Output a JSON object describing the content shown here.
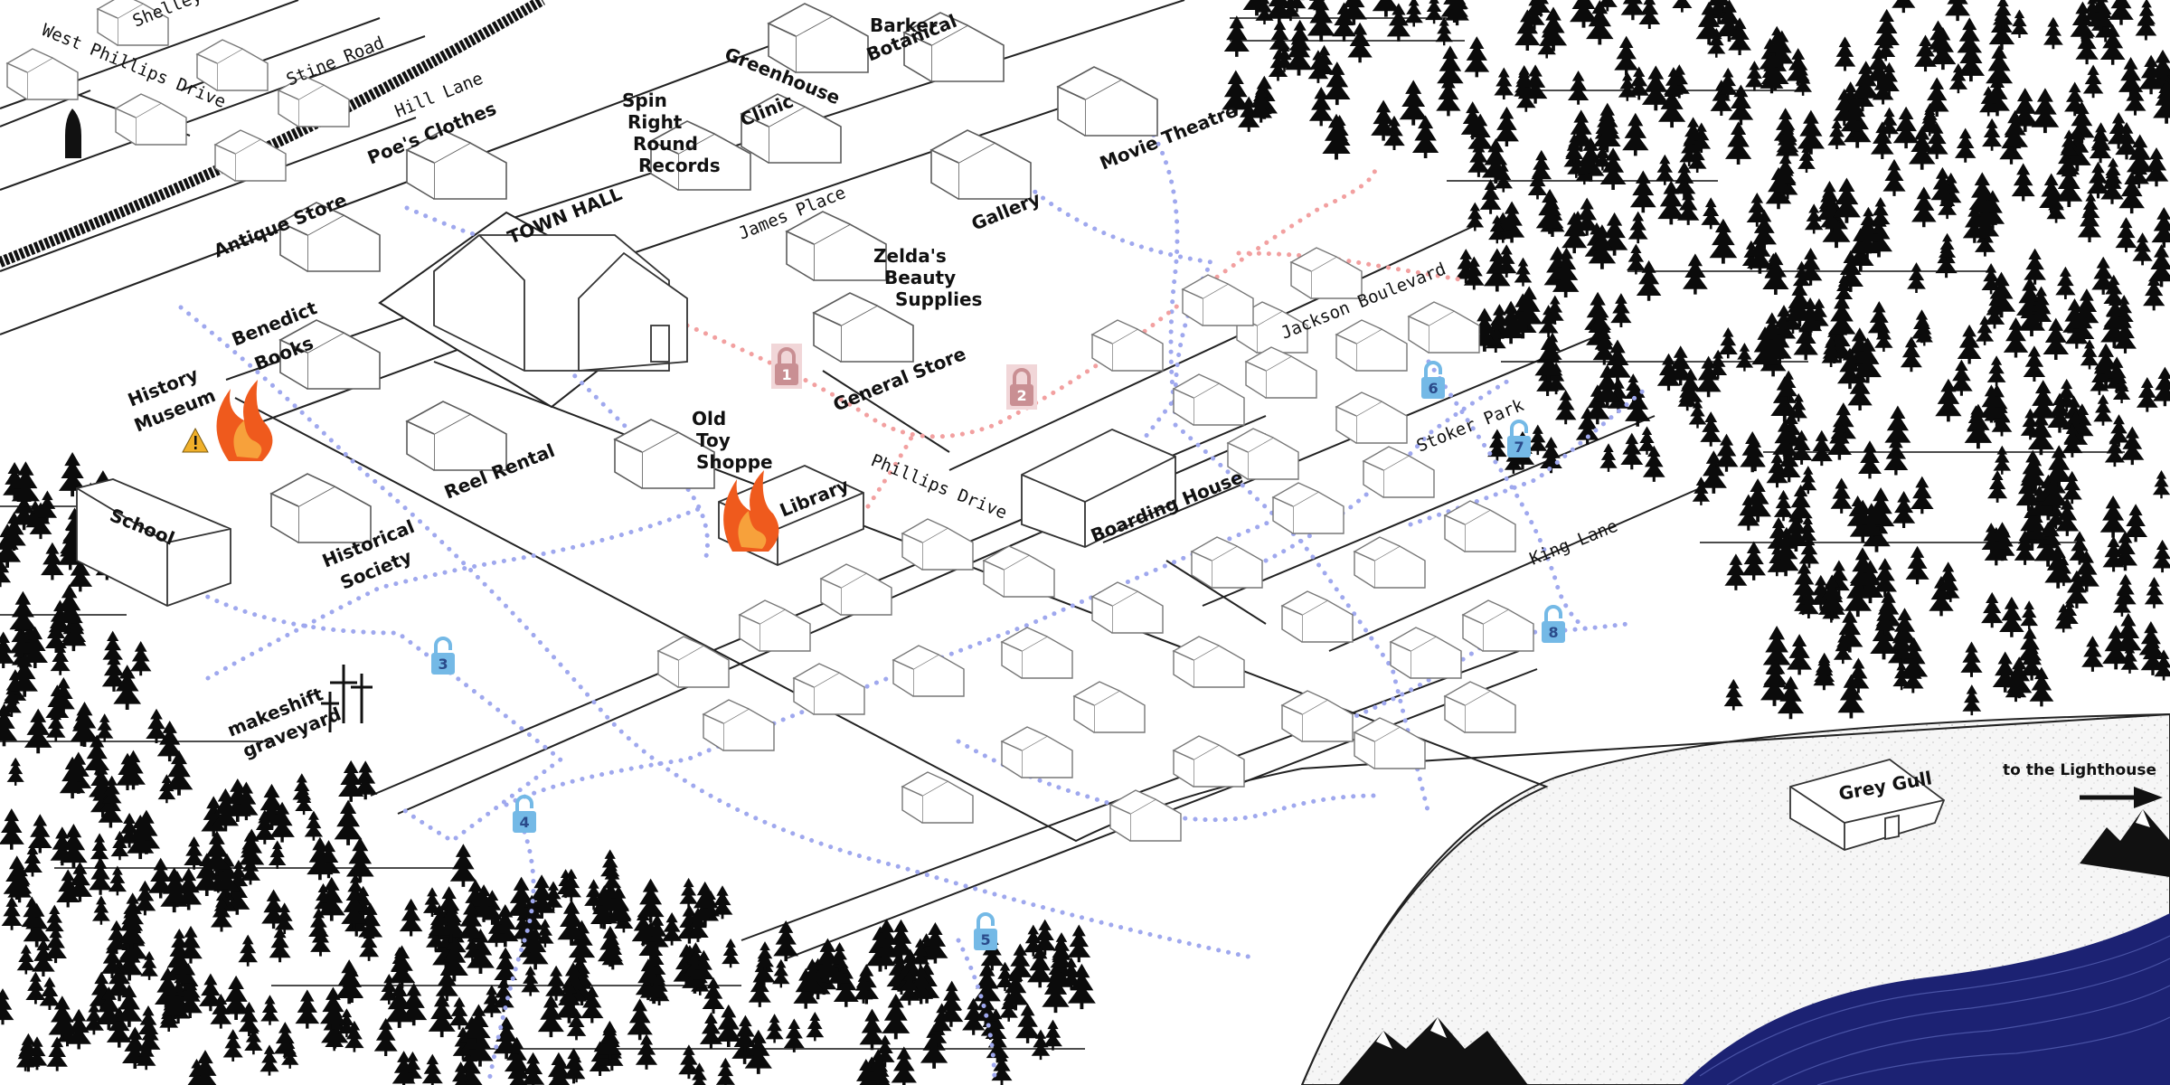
{
  "streets": {
    "west_phillips": "West Phillips Drive",
    "shelley": "Shelley Drive",
    "stine": "Stine Road",
    "hill": "Hill Lane",
    "james": "James Place",
    "phillips": "Phillips Drive",
    "jackson": "Jackson Boulevard",
    "stoker": "Stoker Park",
    "king": "King Lane"
  },
  "buildings": {
    "town_hall": "TOWN HALL",
    "poes": "Poe's Clothes",
    "antique": "Antique Store",
    "benedict": [
      "Benedict",
      "Books"
    ],
    "history": [
      "History",
      "Museum"
    ],
    "school": "School",
    "historical": [
      "Historical",
      "Society"
    ],
    "reel": "Reel Rental",
    "old_toy": [
      "Old",
      "Toy",
      "Shoppe"
    ],
    "library": "Library",
    "spin": [
      "Spin",
      "Right",
      "Round",
      "Records"
    ],
    "greenhouse": "Greenhouse",
    "clinic": "Clinic",
    "barker": [
      "Barker",
      "Botanical"
    ],
    "zeldas": [
      "Zelda's",
      "Beauty",
      "Supplies"
    ],
    "general": "General Store",
    "gallery": "Gallery",
    "movie": "Movie Theatre",
    "boarding": "Boarding House",
    "grey_gull": "Grey Gull",
    "graveyard": [
      "makeshift",
      "graveyard"
    ]
  },
  "lighthouse_label": "to the Lighthouse",
  "red_locks": [
    {
      "num": "1",
      "state": "locked"
    },
    {
      "num": "2",
      "state": "locked"
    }
  ],
  "blue_locks": [
    {
      "num": "3",
      "state": "unlocked"
    },
    {
      "num": "4",
      "state": "unlocked"
    },
    {
      "num": "5",
      "state": "unlocked"
    },
    {
      "num": "6",
      "state": "unlocked"
    },
    {
      "num": "7",
      "state": "unlocked"
    },
    {
      "num": "8",
      "state": "unlocked"
    }
  ],
  "colors": {
    "blue_path": "#9fa8ee",
    "red_path": "#f2a0a0",
    "red_lock": "#c98f93",
    "blue_lock": "#74b9e6",
    "water": "#1c2273",
    "fire": "#ef5a1d",
    "warning": "#f0b02a",
    "ink": "#111111"
  },
  "icons": [
    "fire-icon",
    "warning-icon",
    "lock-icon",
    "unlock-icon",
    "tree-icon",
    "mountain-icon",
    "grave-cross-icon",
    "arrow-right-icon",
    "cloaked-figure-icon",
    "house-icon"
  ]
}
